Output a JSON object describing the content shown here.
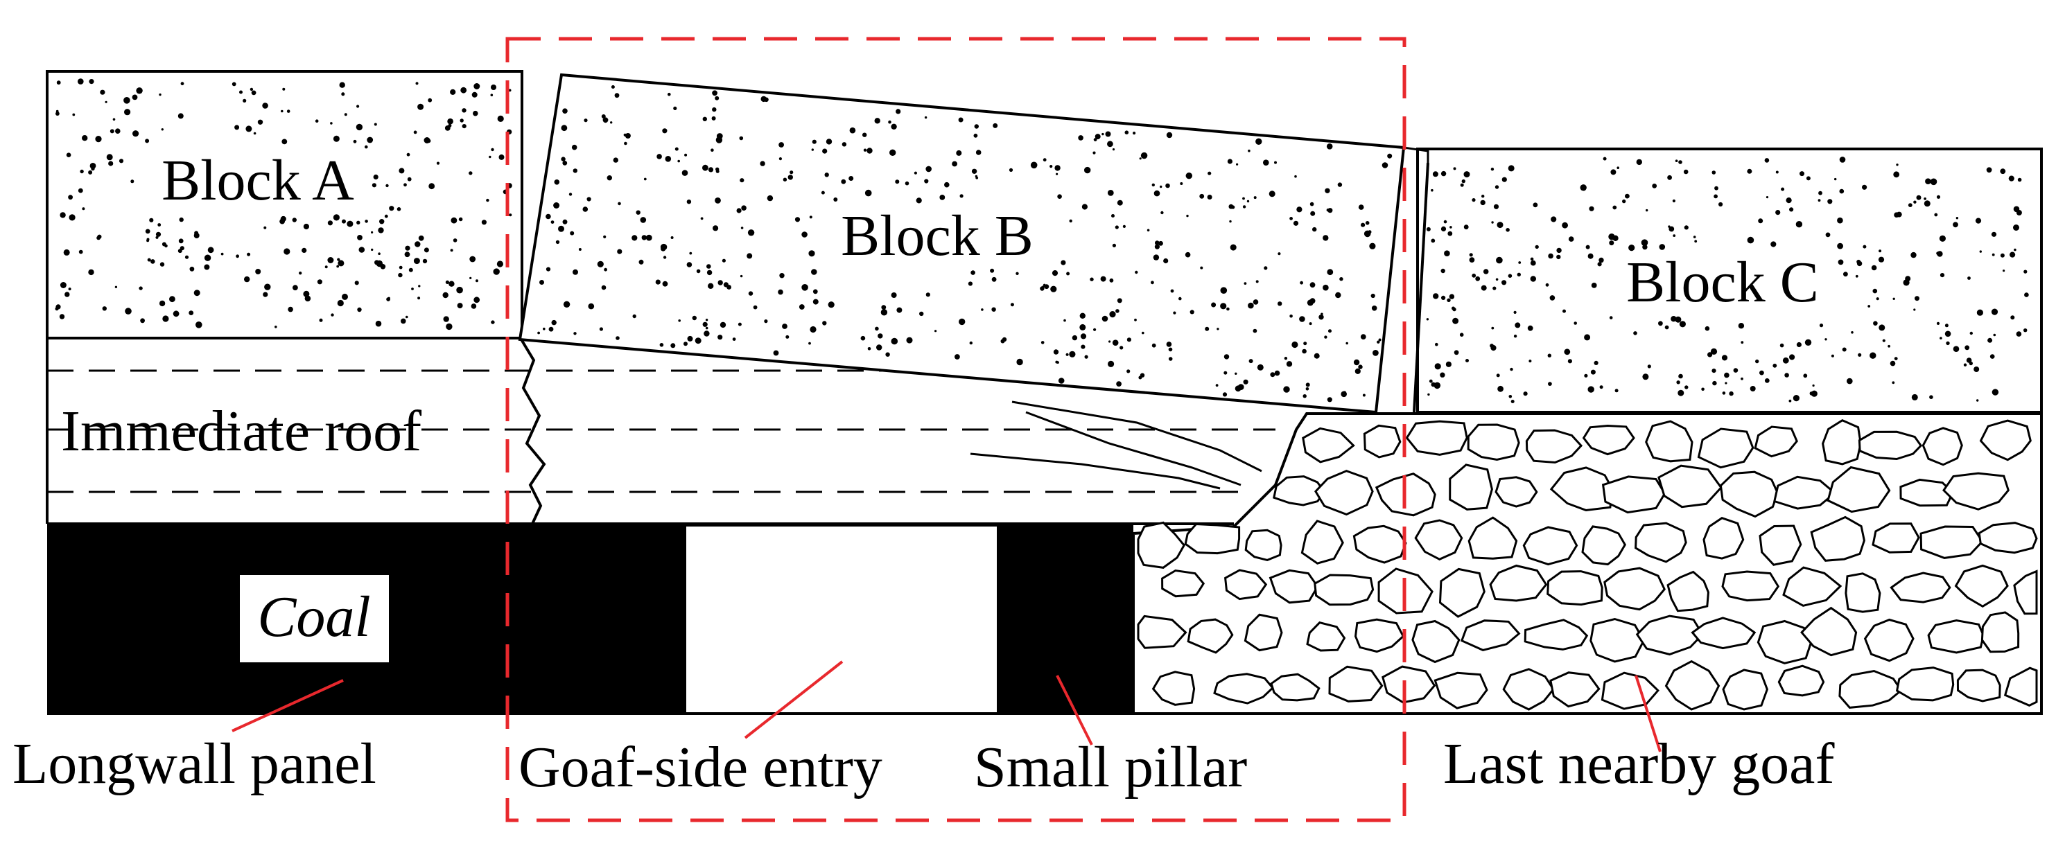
{
  "blocks": {
    "a": "Block A",
    "b": "Block B",
    "c": "Block C"
  },
  "strata": {
    "immediate_roof": "Immediate roof",
    "coal": "Coal"
  },
  "callouts": {
    "longwall_panel": "Longwall panel",
    "goaf_side_entry": "Goaf-side entry",
    "small_pillar": "Small pillar",
    "last_nearby_goaf": "Last nearby goaf"
  },
  "colors": {
    "outline": "#000000",
    "highlight_box": "#e8282d",
    "background": "#ffffff"
  }
}
